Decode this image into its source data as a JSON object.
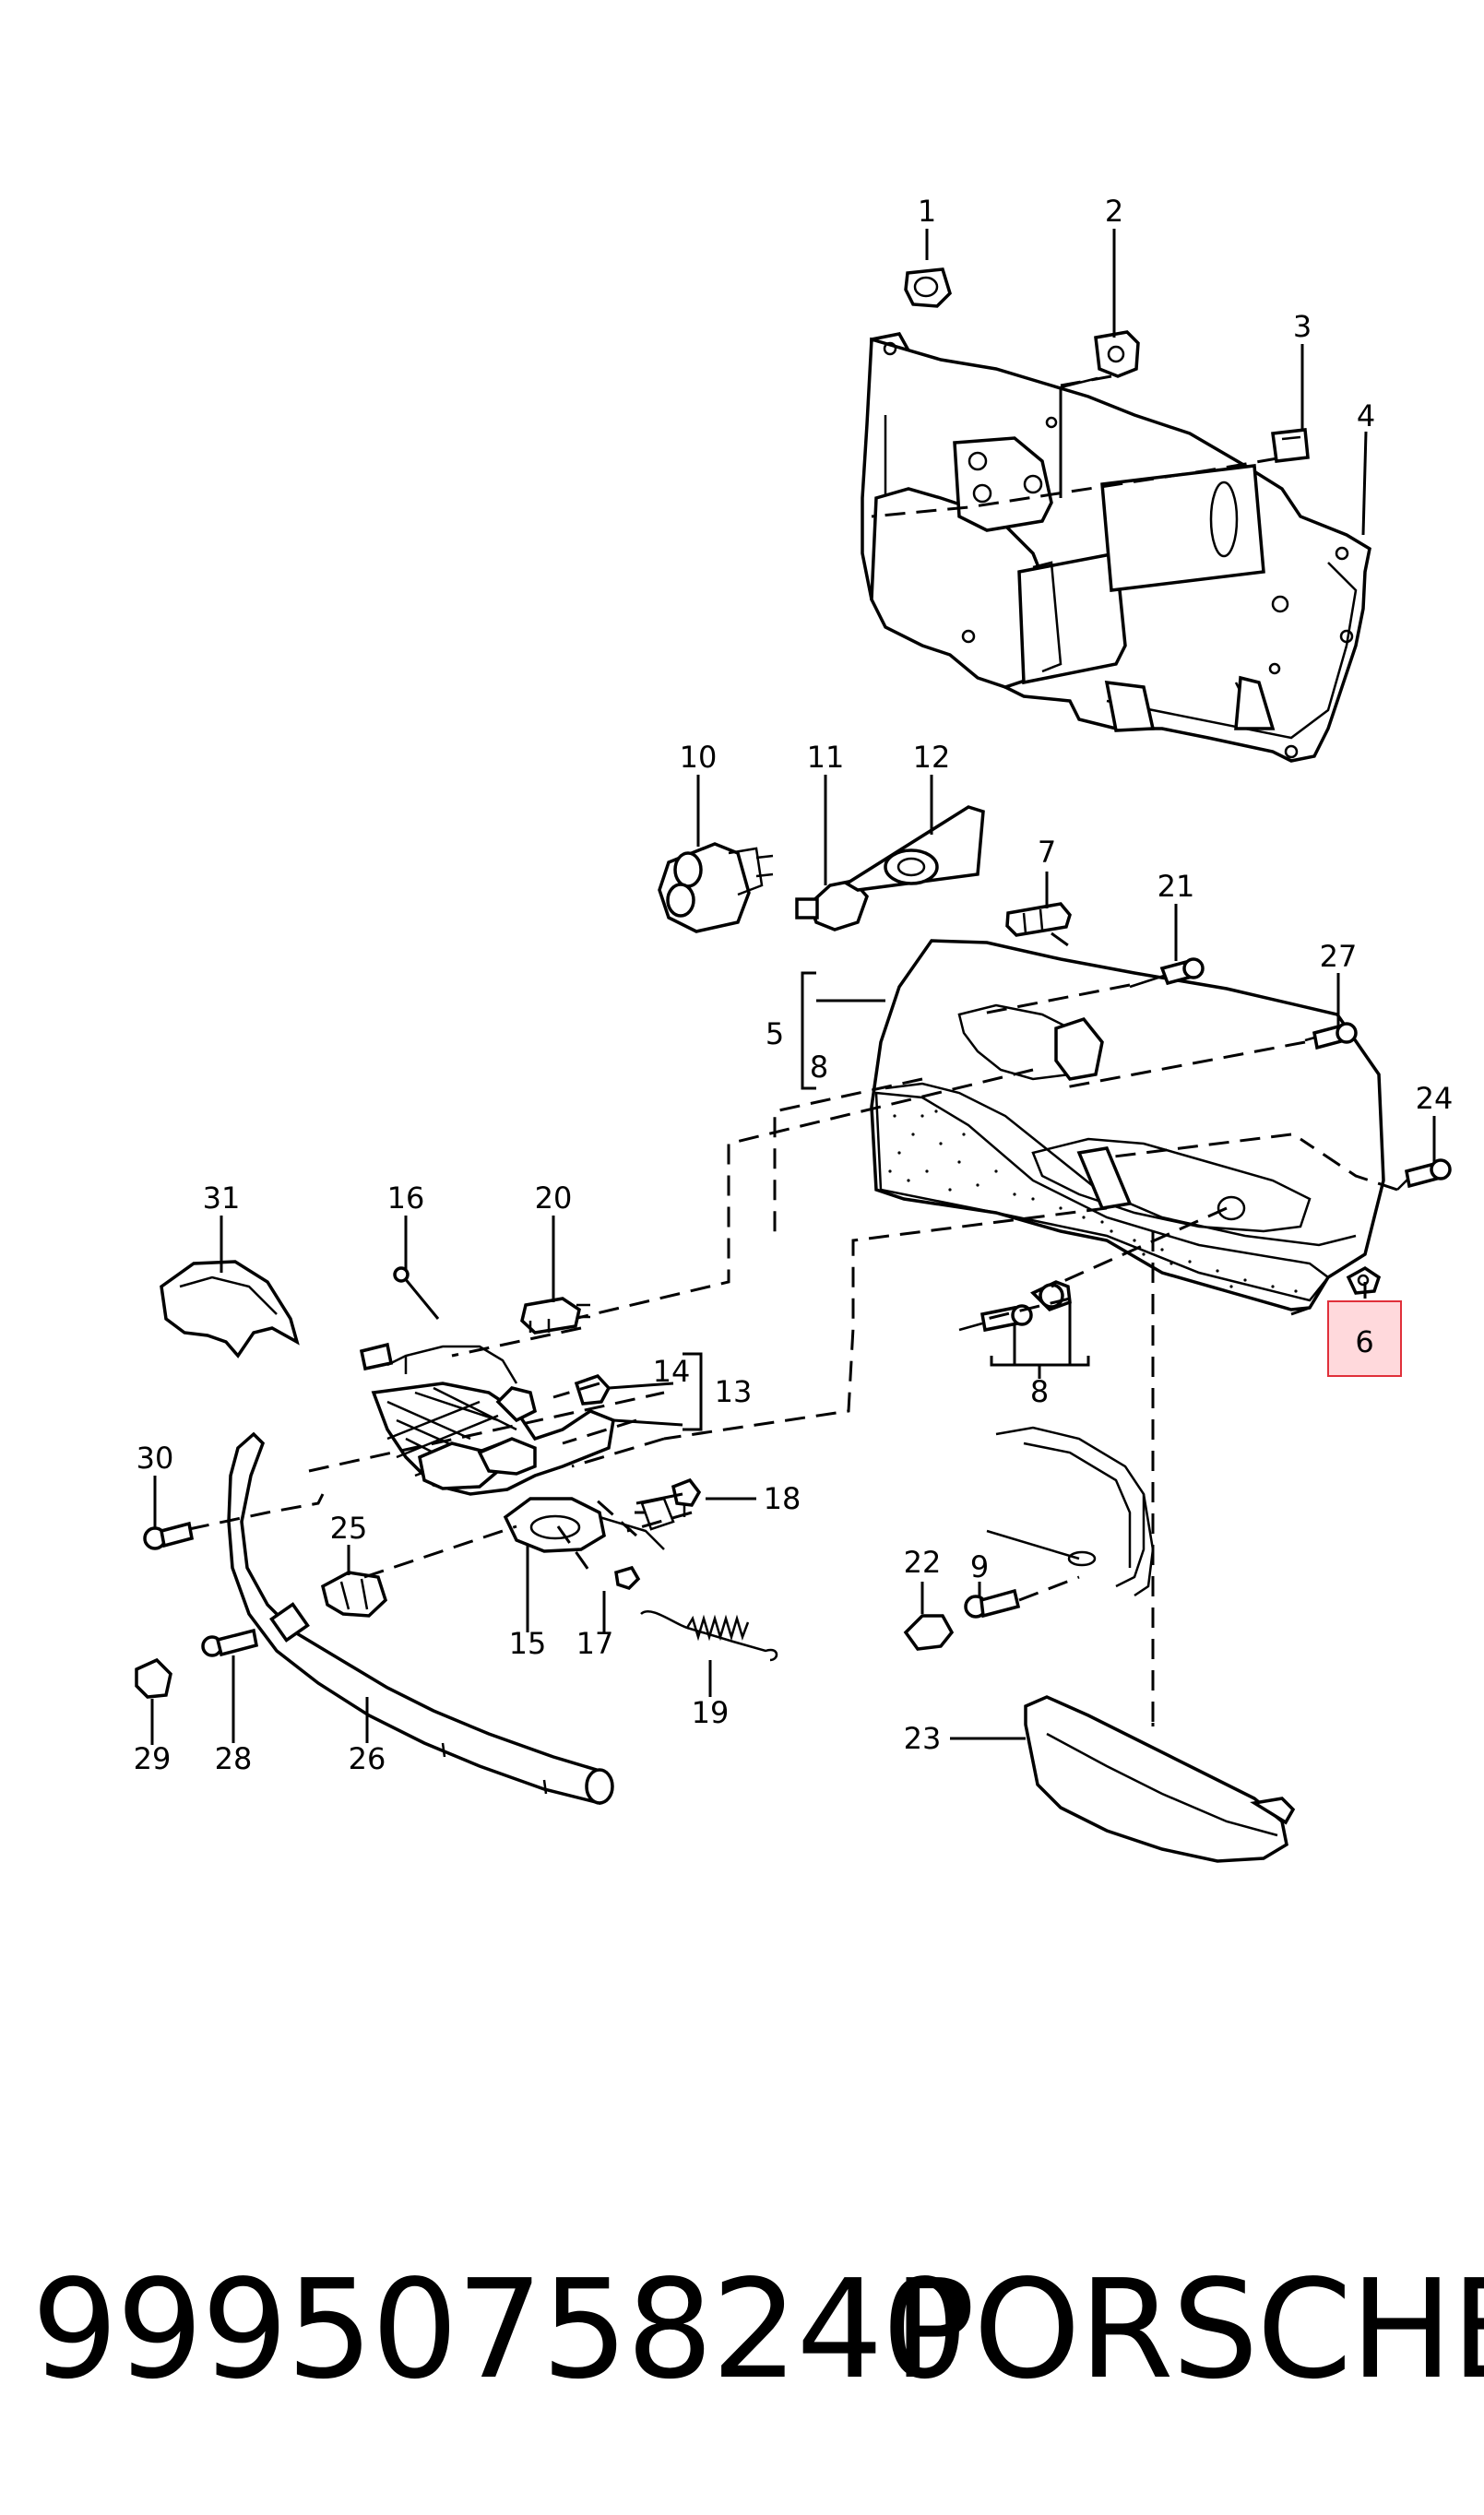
{
  "footer": {
    "part_number": "99950758240",
    "brand": "PORSCHE"
  },
  "highlight": {
    "label": "6",
    "color": "#e0303a"
  },
  "callouts": {
    "c1": "1",
    "c2": "2",
    "c3": "3",
    "c4": "4",
    "c5": "5",
    "c5_8": "8",
    "c7": "7",
    "c8": "8",
    "c9": "9",
    "c10": "10",
    "c11": "11",
    "c12": "12",
    "c13": "13",
    "c14": "14",
    "c15": "15",
    "c16": "16",
    "c17": "17",
    "c18": "18",
    "c19": "19",
    "c20": "20",
    "c21": "21",
    "c22": "22",
    "c23": "23",
    "c24": "24",
    "c25": "25",
    "c26": "26",
    "c27": "27",
    "c28": "28",
    "c29": "29",
    "c30": "30",
    "c31": "31"
  }
}
